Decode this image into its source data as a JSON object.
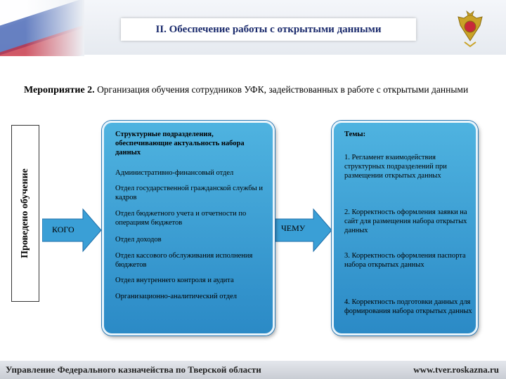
{
  "header": {
    "title": "II. Обеспечение работы с открытыми данными"
  },
  "subtitle": {
    "lead": "Мероприятие 2.",
    "text": " Организация обучения сотрудников УФК, задействованных в работе с открытыми данными"
  },
  "side_label": "Проведено обучение",
  "arrows": {
    "whom": "КОГО",
    "what": "ЧЕМУ"
  },
  "left_panel": {
    "heading": "Структурные подразделения, обеспечивающие актуальность набора данных",
    "items": [
      "Административно-финансовый отдел",
      "Отдел государственной гражданской службы и кадров",
      "Отдел бюджетного учета и отчетности по операциям бюджетов",
      "Отдел доходов",
      "Отдел кассового обслуживания исполнения бюджетов",
      "Отдел внутреннего контроля и аудита",
      "Организационно-аналитический отдел"
    ]
  },
  "right_panel": {
    "heading": "Темы:",
    "items": [
      "1. Регламент взаимодействия структурных подразделений при размещении открытых данных",
      "2. Корректность оформления заявки на сайт для размещения набора открытых данных",
      "3. Корректность оформления паспорта набора открытых данных",
      "4. Корректность подготовки данных для формирования набора открытых данных"
    ]
  },
  "footer": {
    "org": "Управление Федерального казначейства по Тверской области",
    "site": "www.tver.roskazna.ru"
  },
  "colors": {
    "panel": "#3a9fd6",
    "title_text": "#1a2a6c",
    "arrow": "#3a9fd6"
  }
}
